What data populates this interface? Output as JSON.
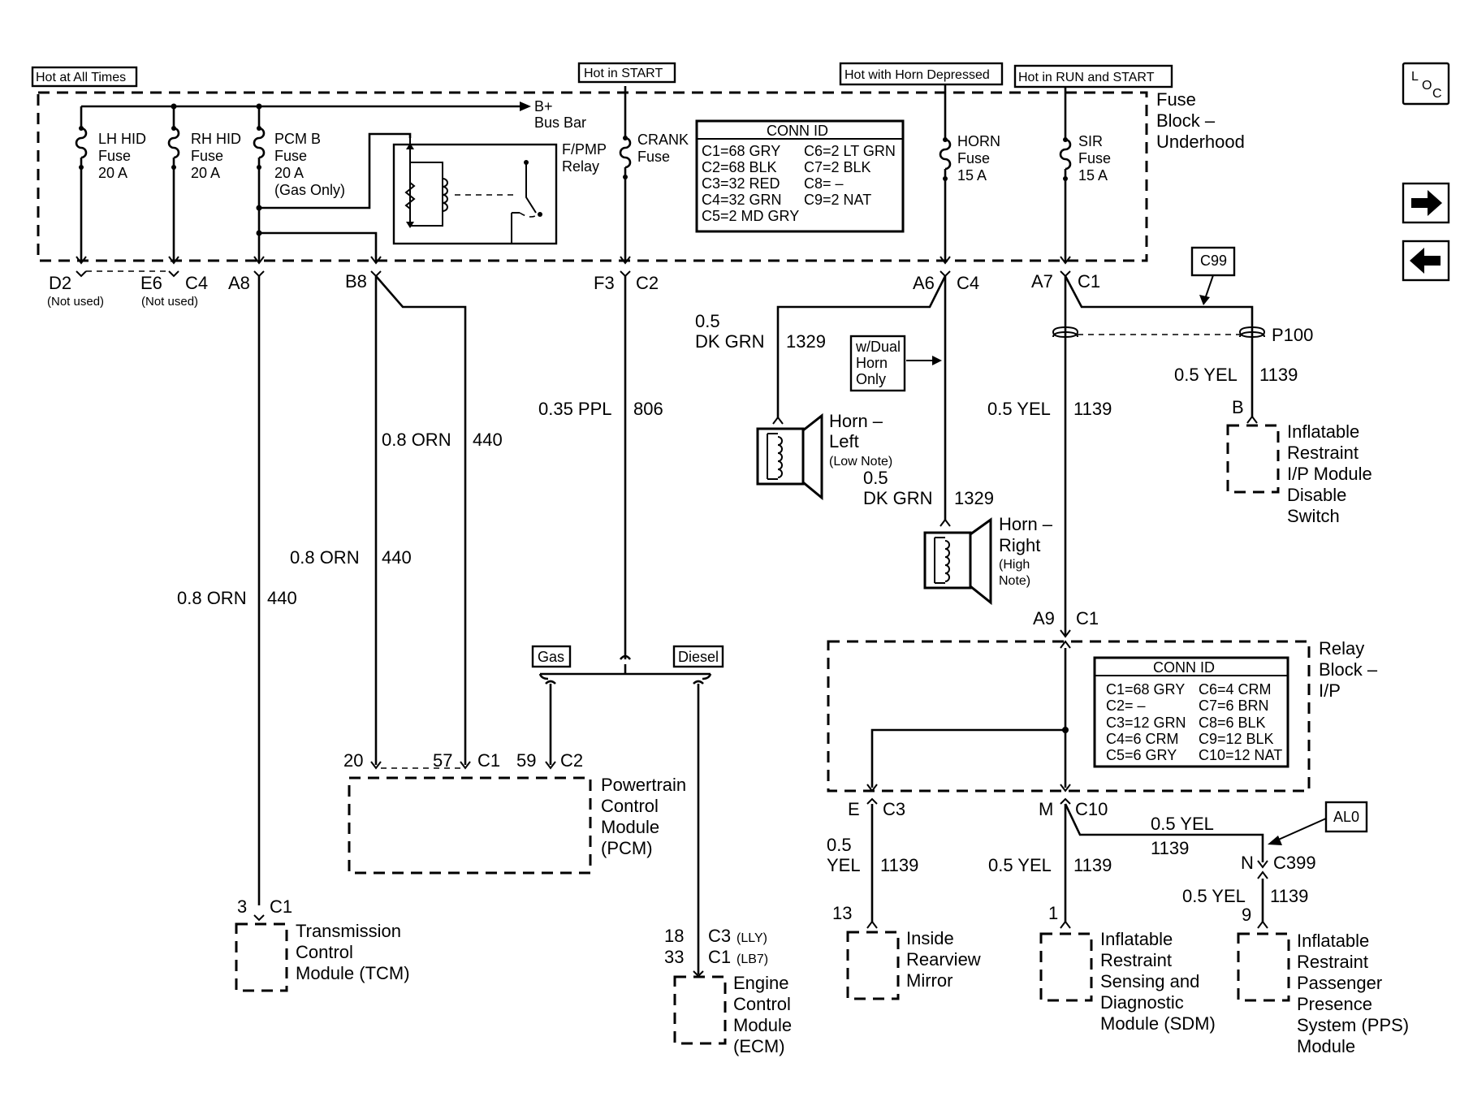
{
  "labels": {
    "hot_all_times": "Hot at All Times",
    "hot_start": "Hot in START",
    "hot_horn": "Hot with Horn Depressed",
    "hot_run_start": "Hot in RUN and START",
    "fuse_block": [
      "Fuse",
      "Block –",
      "Underhood"
    ],
    "b_plus": "B+",
    "bus_bar": "Bus Bar",
    "lh_hid": [
      "LH HID",
      "Fuse",
      "20 A"
    ],
    "rh_hid": [
      "RH HID",
      "Fuse",
      "20 A"
    ],
    "pcm_b": [
      "PCM B",
      "Fuse",
      "20 A",
      "(Gas Only)"
    ],
    "fpmp": [
      "F/PMP",
      "Relay"
    ],
    "crank": [
      "CRANK",
      "Fuse"
    ],
    "horn_fuse": [
      "HORN",
      "Fuse",
      "15 A"
    ],
    "sir_fuse": [
      "SIR",
      "Fuse",
      "15 A"
    ],
    "loc": [
      "L",
      "O",
      "C"
    ]
  },
  "conn_id_fuse": {
    "title": "CONN ID",
    "left": [
      "C1=68 GRY",
      "C2=68 BLK",
      "C3=32 RED",
      "C4=32 GRN",
      "C5=2 MD GRY"
    ],
    "right": [
      "C6=2 LT GRN",
      "C7=2 BLK",
      "C8= –",
      "C9=2 NAT"
    ]
  },
  "conn_id_relay": {
    "title": "CONN ID",
    "left": [
      "C1=68 GRY",
      "C2= –",
      "C3=12 GRN",
      "C4=6 CRM",
      "C5=6 GRY"
    ],
    "right": [
      "C6=4 CRM",
      "C7=6 BRN",
      "C8=6 BLK",
      "C9=12 BLK",
      "C10=12 NAT"
    ]
  },
  "terminals": {
    "d2": "D2",
    "e6": "E6",
    "c4a": "C4",
    "not_used": "(Not used)",
    "a8": "A8",
    "b8": "B8",
    "f3": "F3",
    "c2": "C2",
    "a6": "A6",
    "c4b": "C4",
    "a7": "A7",
    "c1a": "C1",
    "a9": "A9",
    "c1b": "C1",
    "e": "E",
    "c3": "C3",
    "m": "M",
    "c10": "C10",
    "n": "N",
    "c399": "C399",
    "n9": "9",
    "b": "B",
    "p100": "P100",
    "c99": "C99",
    "al0": "AL0",
    "pcm20": "20",
    "pcm57": "57",
    "pcmc1": "C1",
    "pcm59": "59",
    "pcmc2": "C2",
    "tcm3": "3",
    "tcmc1": "C1",
    "ecm18": "18",
    "ecmc3": "C3",
    "ecm_lly": "(LLY)",
    "ecm33": "33",
    "ecmc1": "C1",
    "ecm_lb7": "(LB7)",
    "mir13": "13",
    "sdm1": "1"
  },
  "wires": {
    "dkgrn_size": "0.5",
    "dkgrn": "DK GRN",
    "dkgrn_ckt": "1329",
    "ppl": "0.35 PPL",
    "ppl_ckt": "806",
    "orn": "0.8 ORN",
    "orn_ckt": "440",
    "yel": "0.5 YEL",
    "yel_ckt": "1139",
    "yel_size": "0.5",
    "yel_color": "YEL"
  },
  "components": {
    "dual_horn": [
      "w/Dual",
      "Horn",
      "Only"
    ],
    "horn_left": [
      "Horn –",
      "Left",
      "(Low Note)"
    ],
    "horn_right": [
      "Horn –",
      "Right",
      "(High",
      "Note)"
    ],
    "disable_switch": [
      "Inflatable",
      "Restraint",
      "I/P Module",
      "Disable",
      "Switch"
    ],
    "gas": "Gas",
    "diesel": "Diesel",
    "relay_block": [
      "Relay",
      "Block –",
      "I/P"
    ],
    "pcm": [
      "Powertrain",
      "Control",
      "Module",
      "(PCM)"
    ],
    "tcm": [
      "Transmission",
      "Control",
      "Module (TCM)"
    ],
    "ecm": [
      "Engine",
      "Control",
      "Module",
      "(ECM)"
    ],
    "mirror": [
      "Inside",
      "Rearview",
      "Mirror"
    ],
    "sdm": [
      "Inflatable",
      "Restraint",
      "Sensing and",
      "Diagnostic",
      "Module (SDM)"
    ],
    "pps": [
      "Inflatable",
      "Restraint",
      "Passenger",
      "Presence",
      "System (PPS)",
      "Module"
    ]
  }
}
